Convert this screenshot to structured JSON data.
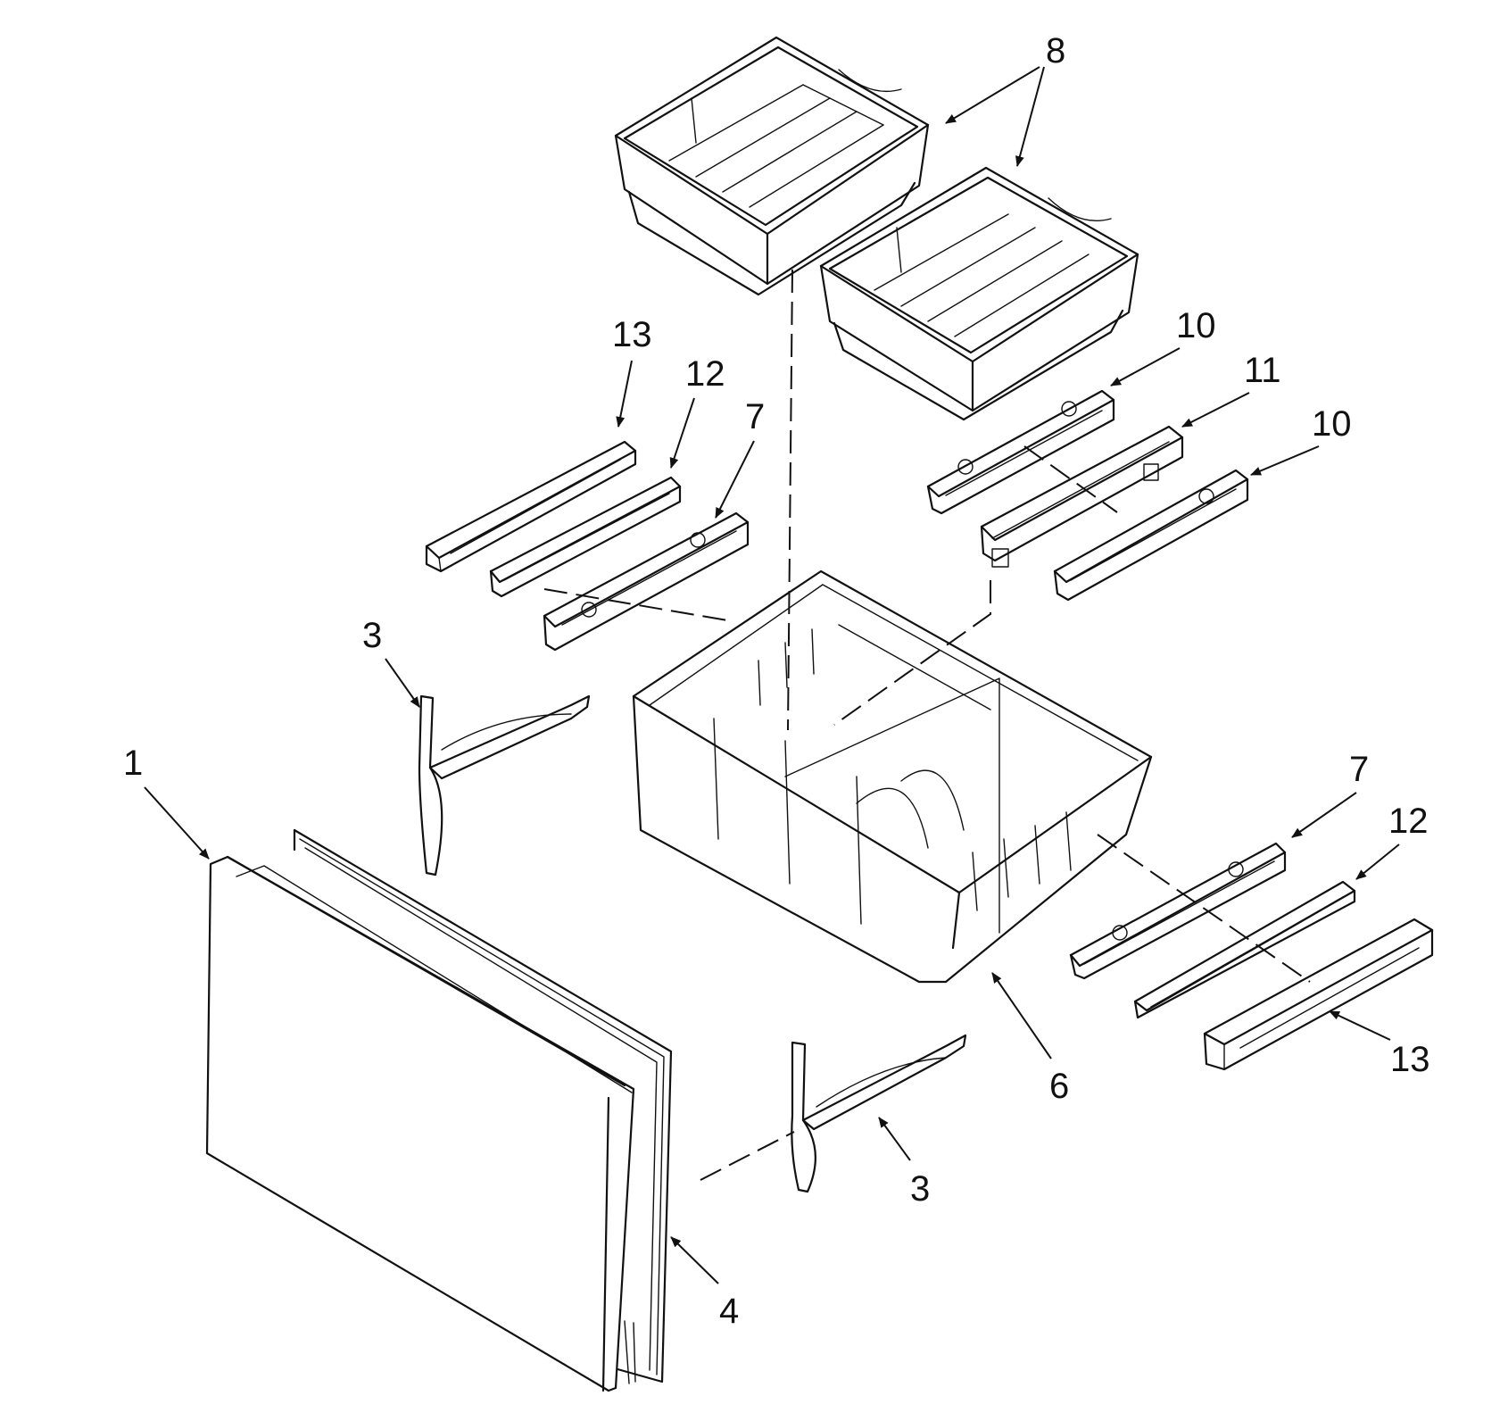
{
  "callouts": [
    {
      "id": "c8",
      "label": "8"
    },
    {
      "id": "c13a",
      "label": "13"
    },
    {
      "id": "c12a",
      "label": "12"
    },
    {
      "id": "c7a",
      "label": "7"
    },
    {
      "id": "c10a",
      "label": "10"
    },
    {
      "id": "c11",
      "label": "11"
    },
    {
      "id": "c10b",
      "label": "10"
    },
    {
      "id": "c3a",
      "label": "3"
    },
    {
      "id": "c1",
      "label": "1"
    },
    {
      "id": "c7b",
      "label": "7"
    },
    {
      "id": "c12b",
      "label": "12"
    },
    {
      "id": "c6",
      "label": "6"
    },
    {
      "id": "c13b",
      "label": "13"
    },
    {
      "id": "c3b",
      "label": "3"
    },
    {
      "id": "c4",
      "label": "4"
    }
  ],
  "parts": [
    {
      "number": "1",
      "icon": "freezer-door-panel"
    },
    {
      "number": "3",
      "icon": "drawer-slide-bracket"
    },
    {
      "number": "4",
      "icon": "door-gasket"
    },
    {
      "number": "6",
      "icon": "freezer-basket"
    },
    {
      "number": "7",
      "icon": "slide-rail"
    },
    {
      "number": "8",
      "icon": "ice-bin-tray"
    },
    {
      "number": "10",
      "icon": "slide-rail"
    },
    {
      "number": "11",
      "icon": "center-rail"
    },
    {
      "number": "12",
      "icon": "slide-rail"
    },
    {
      "number": "13",
      "icon": "rail-cover"
    }
  ],
  "colors": {
    "ink": "#111111",
    "paper": "#ffffff"
  }
}
